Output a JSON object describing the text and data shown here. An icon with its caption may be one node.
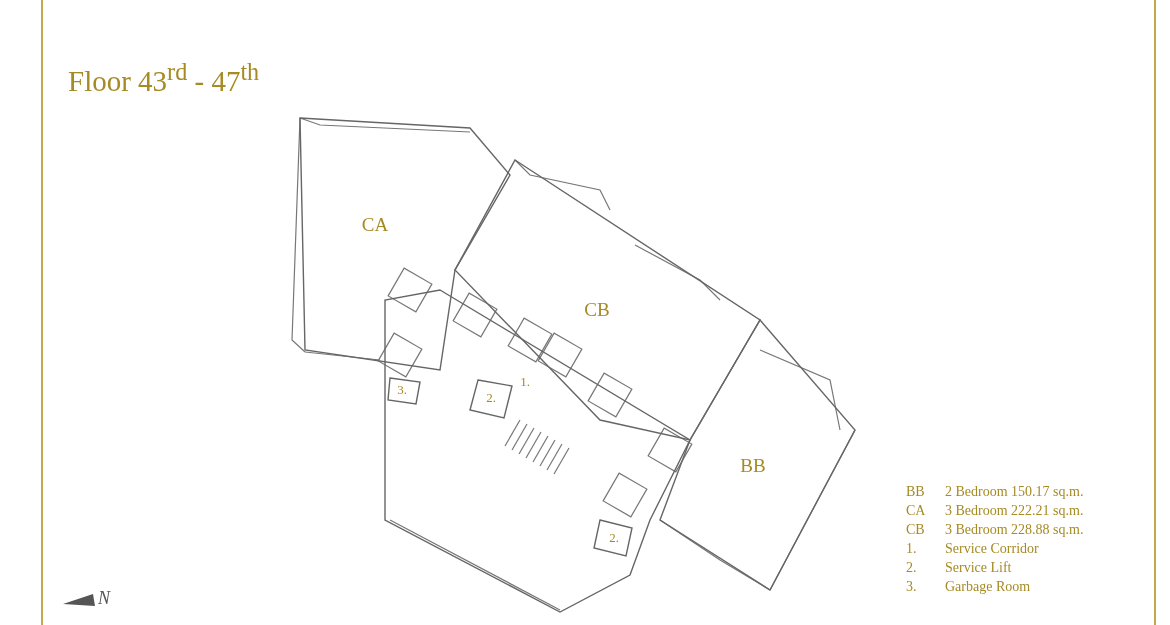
{
  "diagram": {
    "title": "Floor 43$^{rd}$ - 47$^{th}$",
    "nodes": [
      {
        "text": [
          "CA"
        ]
      },
      {
        "text": [
          "CB"
        ]
      },
      {
        "text": [
          "BB"
        ]
      },
      {
        "text": [
          "1."
        ]
      },
      {
        "text": [
          "2."
        ],
        "in": 3
      },
      {
        "text": [
          "2."
        ],
        "in": 3
      },
      {
        "text": [
          "3."
        ],
        "in": 3
      }
    ],
    "edges": [],
    "labels": [
      "BB",
      "2 Bedroom 150.17 sq.m.",
      "CA",
      "3 Bedroom 222.21 sq.m.",
      "CB",
      "3 Bedroom 228.88 sq.m.",
      "1.",
      "Service Corridor",
      "2.",
      "Service Lift",
      "3.",
      "Garbage Room",
      "N"
    ]
  }
}
